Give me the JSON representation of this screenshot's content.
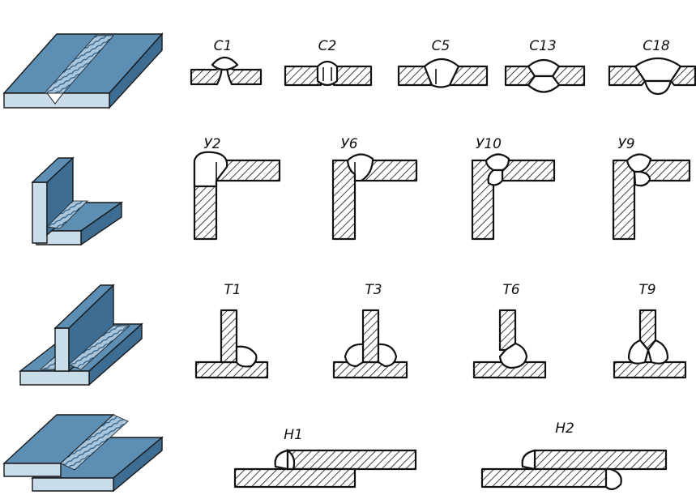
{
  "rows": [
    {
      "joint": "butt",
      "illustration_icon": "butt-joint-plates-illustration",
      "labels": [
        "С1",
        "С2",
        "С5",
        "С13",
        "С18"
      ]
    },
    {
      "joint": "corner",
      "illustration_icon": "corner-joint-plates-illustration",
      "labels": [
        "У2",
        "У6",
        "У10",
        "У9"
      ]
    },
    {
      "joint": "tee",
      "illustration_icon": "tee-joint-plates-illustration",
      "labels": [
        "Т1",
        "Т3",
        "Т6",
        "Т9"
      ]
    },
    {
      "joint": "lap",
      "illustration_icon": "lap-joint-plates-illustration",
      "labels": [
        "Н1",
        "Н2"
      ]
    }
  ],
  "colors": {
    "steel_top": "#5d8fb5",
    "steel_side": "#3e6d93",
    "steel_face": "#c9dcea",
    "line": "#111111"
  }
}
